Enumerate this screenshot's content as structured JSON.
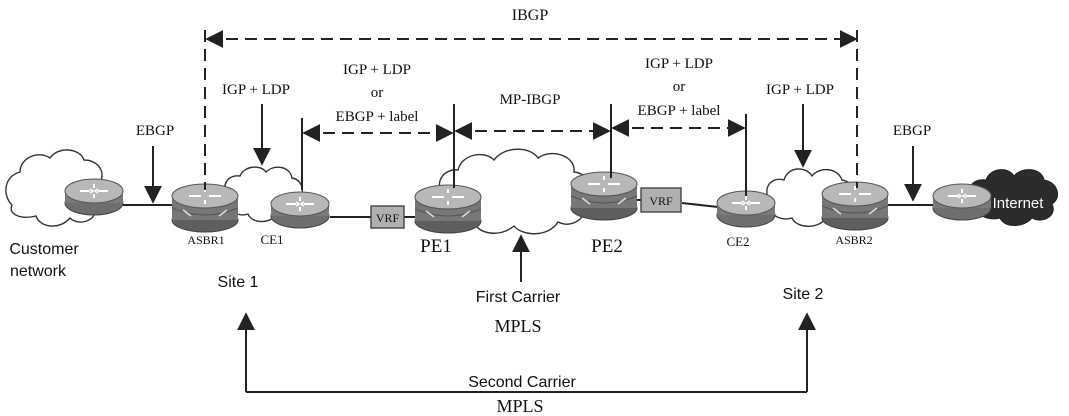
{
  "labels": {
    "ibgp": "IBGP",
    "ebgp_left": "EBGP",
    "ebgp_right": "EBGP",
    "igp_ldp_left": "IGP + LDP",
    "igp_ldp_right": "IGP + LDP",
    "ce_pe_left": [
      "IGP + LDP",
      "or",
      "EBGP + label"
    ],
    "ce_pe_right": [
      "IGP + LDP",
      "or",
      "EBGP + label"
    ],
    "mp_ibgp": "MP-IBGP",
    "customer_network": [
      "Customer",
      "network"
    ],
    "internet": "Internet",
    "site1": "Site 1",
    "site2": "Site 2",
    "first_carrier": "First Carrier",
    "first_carrier_mpls": "MPLS",
    "second_carrier": "Second Carrier",
    "second_carrier_mpls": "MPLS"
  },
  "devices": {
    "asbr1": "ASBR1",
    "ce1": "CE1",
    "pe1": "PE1",
    "pe2": "PE2",
    "ce2": "CE2",
    "asbr2": "ASBR2",
    "vrf_left": "VRF",
    "vrf_right": "VRF"
  },
  "colors": {
    "router_body": "#7a7a7a",
    "router_top": "#b8b8b8",
    "vrf_box": "#b0b0b0",
    "internet_cloud": "#2b2b2b",
    "line": "#222222"
  }
}
